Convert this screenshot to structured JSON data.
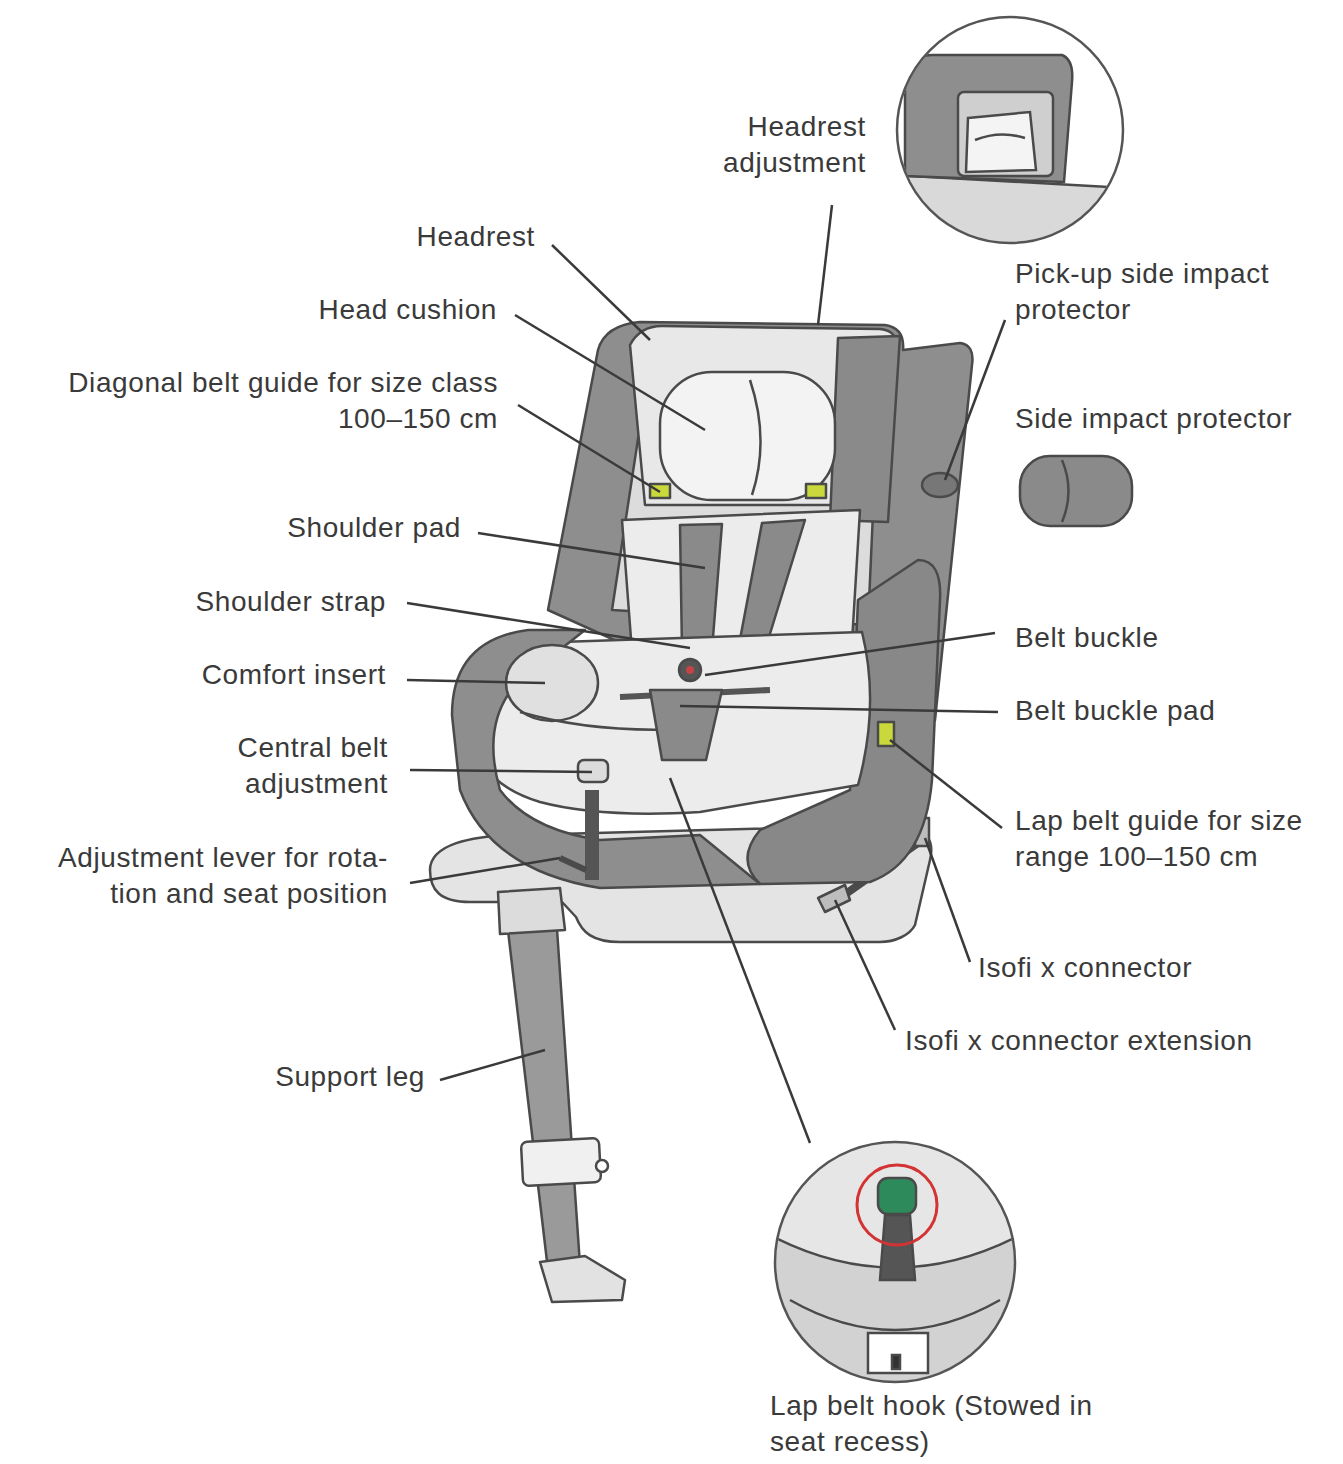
{
  "diagram": {
    "labels": [
      "Headrest adjustment",
      "Headrest",
      "Head cushion",
      "Diagonal belt guide for size class 100–150 cm",
      "Pick-up side impact protector",
      "Side impact protector",
      "Shoulder pad",
      "Shoulder strap",
      "Belt buckle",
      "Comfort insert",
      "Belt buckle pad",
      "Central belt adjustment",
      "Lap belt guide for size range 100–150 cm",
      "Adjustment lever for rota- tion and seat position",
      "Isofi x connector",
      "Isofi x connector extension",
      "Support leg",
      "Lap belt hook (Stowed in seat recess)"
    ]
  }
}
